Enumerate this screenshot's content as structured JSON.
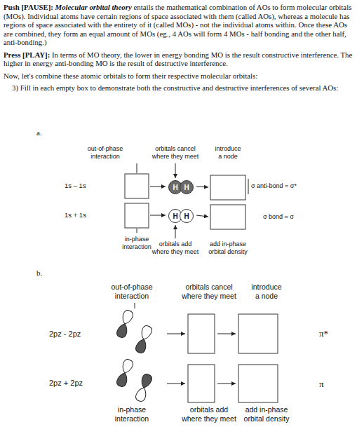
{
  "diagram": {
    "nodes": [
      {
        "text": [
          "H"
        ]
      },
      {
        "text": [
          "H"
        ]
      },
      {
        "text": [
          "H"
        ]
      },
      {
        "text": [
          "H"
        ]
      }
    ],
    "labels": [
      "Push [PAUSE]:",
      "Molecular orbital theory",
      "entails the mathematical combination of AOs to form molecular orbitals (MOs). Individual atoms have certain regions of space associated with them (called AOs), whereas a molecule has regions of space associated with the entirety of it (called MOs) - not the individual atoms within. Once these AOs are combined, they form an equal amount of MOs (eg., 4 AOs will form 4 MOs - half bonding and the other half, anti-bonding.)",
      "Press [PLAY]:",
      "In terms of MO theory, the lower in energy bonding MO is the result constructive interference. The higher in energy anti-bonding MO is the result of destructive interference.",
      "Now, let's combine these atomic orbitals to form their respective molecular orbitals:",
      "3) Fill in each empty box to demonstrate both the constructive and destructive interferences of several AOs:",
      "a.",
      "out-of-phase interaction",
      "orbitals cancel where they meet",
      "introduce a node",
      "1s – 1s",
      "σ anti-bond = σ*",
      "1s + 1s",
      "σ bond = σ",
      "in-phase interaction",
      "orbitals add where they meet",
      "add in-phase orbital density",
      "b.",
      "out-of-phase interaction",
      "orbitals cancel where they meet",
      "introduce a node",
      "π*",
      "2pz - 2pz",
      "2pz + 2pz",
      "π",
      "in-phase interaction",
      "orbitals add where they meet",
      "add in-phase orbital density"
    ]
  }
}
